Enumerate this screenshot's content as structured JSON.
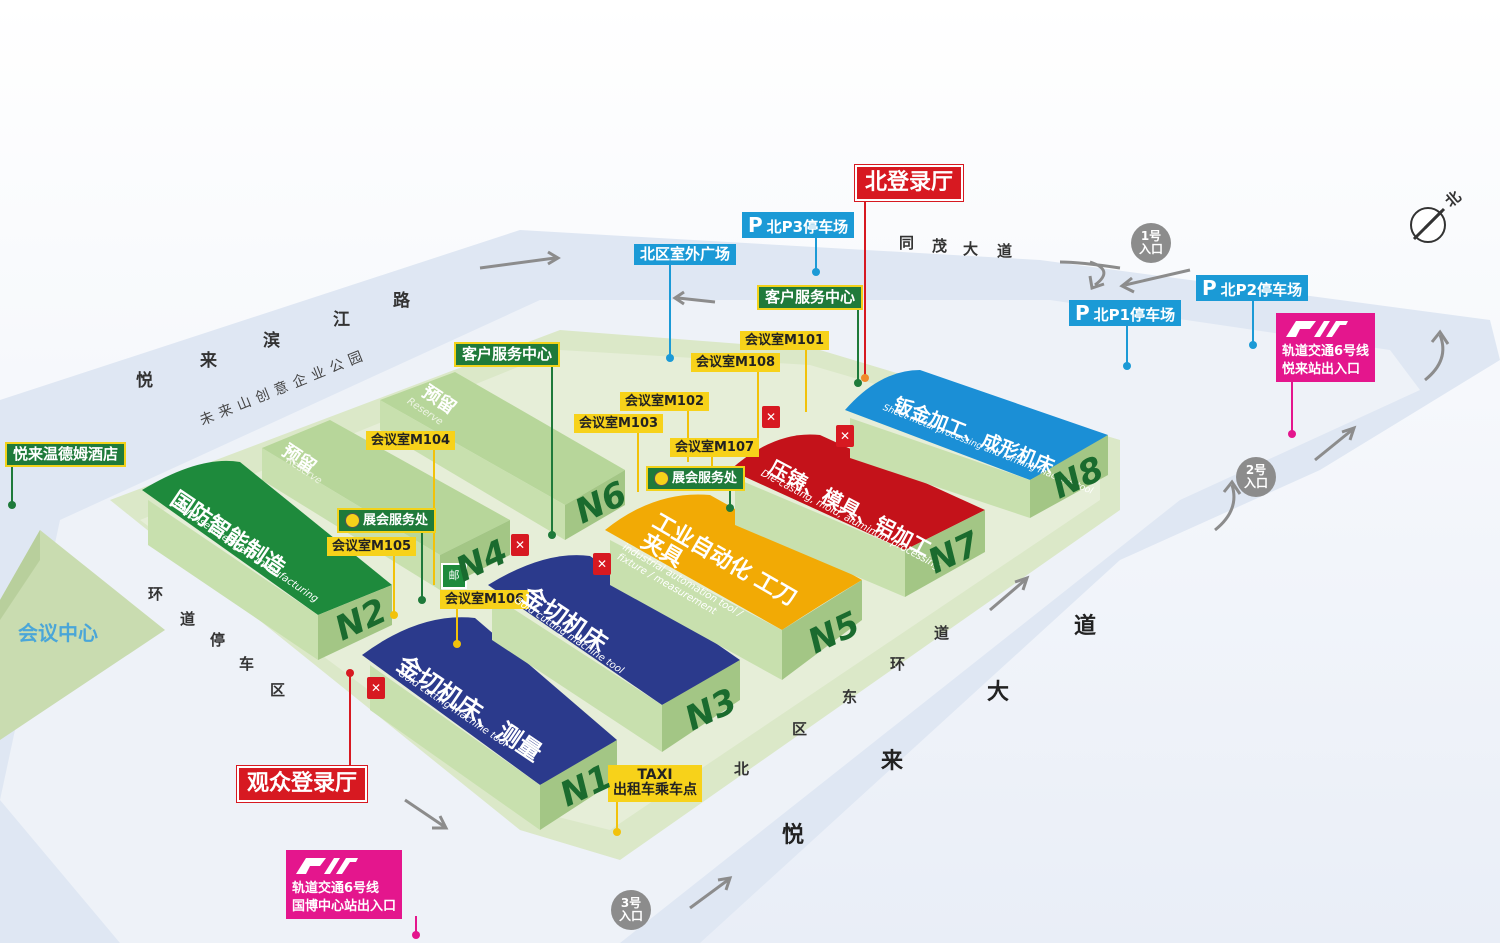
{
  "halls": {
    "n1": {
      "number": "N1",
      "title": "金切机床、测量",
      "subtitle": "Gold cutting machine tool"
    },
    "n2": {
      "number": "N2",
      "title": "国防智能制造",
      "subtitle": "Defense intelligent manufacturing"
    },
    "n3": {
      "number": "N3",
      "title": "金切机床",
      "subtitle": "Gold cutting machine tool"
    },
    "n4": {
      "number": "N4",
      "title": "预留",
      "subtitle": "Reserve"
    },
    "n5": {
      "number": "N5",
      "title": "工业自动化 工刀夹具",
      "subtitle": "industrial automation tool / fixture / measurement"
    },
    "n6": {
      "number": "N6",
      "title": "预留",
      "subtitle": "Reserve"
    },
    "n7": {
      "number": "N7",
      "title": "压铸、模具、铝加工",
      "subtitle": "Die-casting, mold, aluminum processing"
    },
    "n8": {
      "number": "N8",
      "title": "钣金加工、成形机床",
      "subtitle": "Sheet metal processing and forming machine tool"
    }
  },
  "meeting_rooms": [
    "会议室M101",
    "会议室M102",
    "会议室M103",
    "会议室M104",
    "会议室M105",
    "会议室M106",
    "会议室M107",
    "会议室M108"
  ],
  "service_points": {
    "customer_service_1": "客户服务中心",
    "customer_service_2": "客户服务中心",
    "exhibitor_service_1": "展会服务处",
    "exhibitor_service_2": "展会服务处"
  },
  "registration": {
    "north": "北登录厅",
    "visitor": "观众登录厅"
  },
  "parking": {
    "p1": "北P1停车场",
    "p2": "北P2停车场",
    "p3": "北P3停车场",
    "p_symbol": "P"
  },
  "places": {
    "north_outdoor_plaza": "北区室外广场",
    "hotel": "悦来温德姆酒店",
    "conference_center": "会议中心",
    "park": "未来山创意企业公园"
  },
  "metro": {
    "north": {
      "line1": "轨道交通6号线",
      "line2": "悦来站出入口"
    },
    "south": {
      "line1": "轨道交通6号线",
      "line2": "国博中心站出入口"
    }
  },
  "taxi": {
    "line1": "TAXI",
    "line2": "出租车乘车点"
  },
  "gates": {
    "g1": {
      "num": "1号",
      "text": "入口"
    },
    "g2": {
      "num": "2号",
      "text": "入口"
    },
    "g3": {
      "num": "3号",
      "text": "入口"
    }
  },
  "roads": {
    "binjiang": [
      "悦",
      "来",
      "滨",
      "江",
      "路"
    ],
    "tongmao": [
      "同",
      "茂",
      "大",
      "道"
    ],
    "yuelai_avenue": [
      "悦",
      "来",
      "大",
      "道"
    ],
    "ring_parking": [
      "环",
      "道",
      "停",
      "车",
      "区"
    ],
    "north_east_ring": [
      "北",
      "区",
      "东",
      "环",
      "道"
    ]
  },
  "compass": {
    "label": "北"
  },
  "colors": {
    "navy": "#2b3a8c",
    "green": "#1e7a3a",
    "gold": "#f0aa06",
    "red": "#c4121a",
    "blue": "#1b8fd6",
    "reserve": "#b9d89b",
    "magenta": "#e4168d",
    "road": "#dde6f3"
  }
}
